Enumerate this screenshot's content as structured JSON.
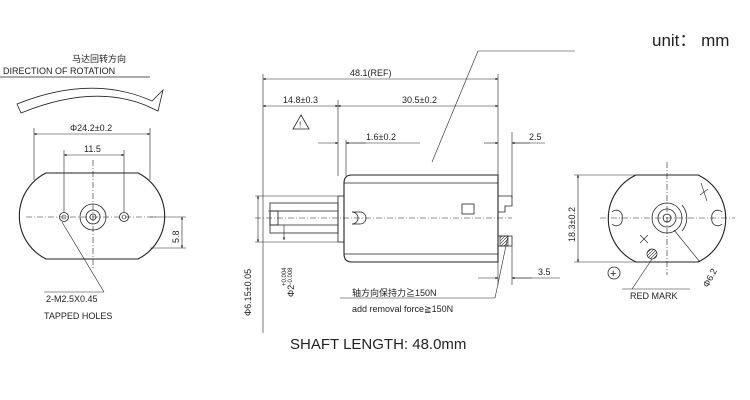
{
  "unit_label": "unit： mm",
  "left_view": {
    "rotation_title_cn": "马达回转方向",
    "rotation_title_en": "DIRECTION OF ROTATION",
    "dim_diameter": "Φ24.2±0.2",
    "dim_hole_spacing": "11.5",
    "dim_height": "5.8",
    "tapped_holes_spec": "2-M2.5X0.45",
    "tapped_holes_label": "TAPPED HOLES"
  },
  "side_view": {
    "dim_overall": "48.1(REF)",
    "dim_shaft_section": "14.8±0.3",
    "dim_body": "30.5±0.2",
    "dim_boss": "1.6±0.2",
    "dim_terminal": "2.5",
    "dim_terminal_offset": "3.5",
    "dim_boss_diameter": "Φ6.15±0.05",
    "dim_shaft_diameter": "Φ2",
    "shaft_tol_upper": "+0.004",
    "shaft_tol_lower": "−0.008",
    "warning_symbol": "!",
    "removal_force_cn": "轴方向保持力≧150N",
    "removal_force_en": "add removal force≧150N",
    "shaft_length": "SHAFT LENGTH: 48.0mm"
  },
  "right_view": {
    "dim_height": "18.3±0.2",
    "dim_hub": "Φ6.2",
    "red_mark_label": "RED MARK",
    "plus_symbol": "+"
  }
}
